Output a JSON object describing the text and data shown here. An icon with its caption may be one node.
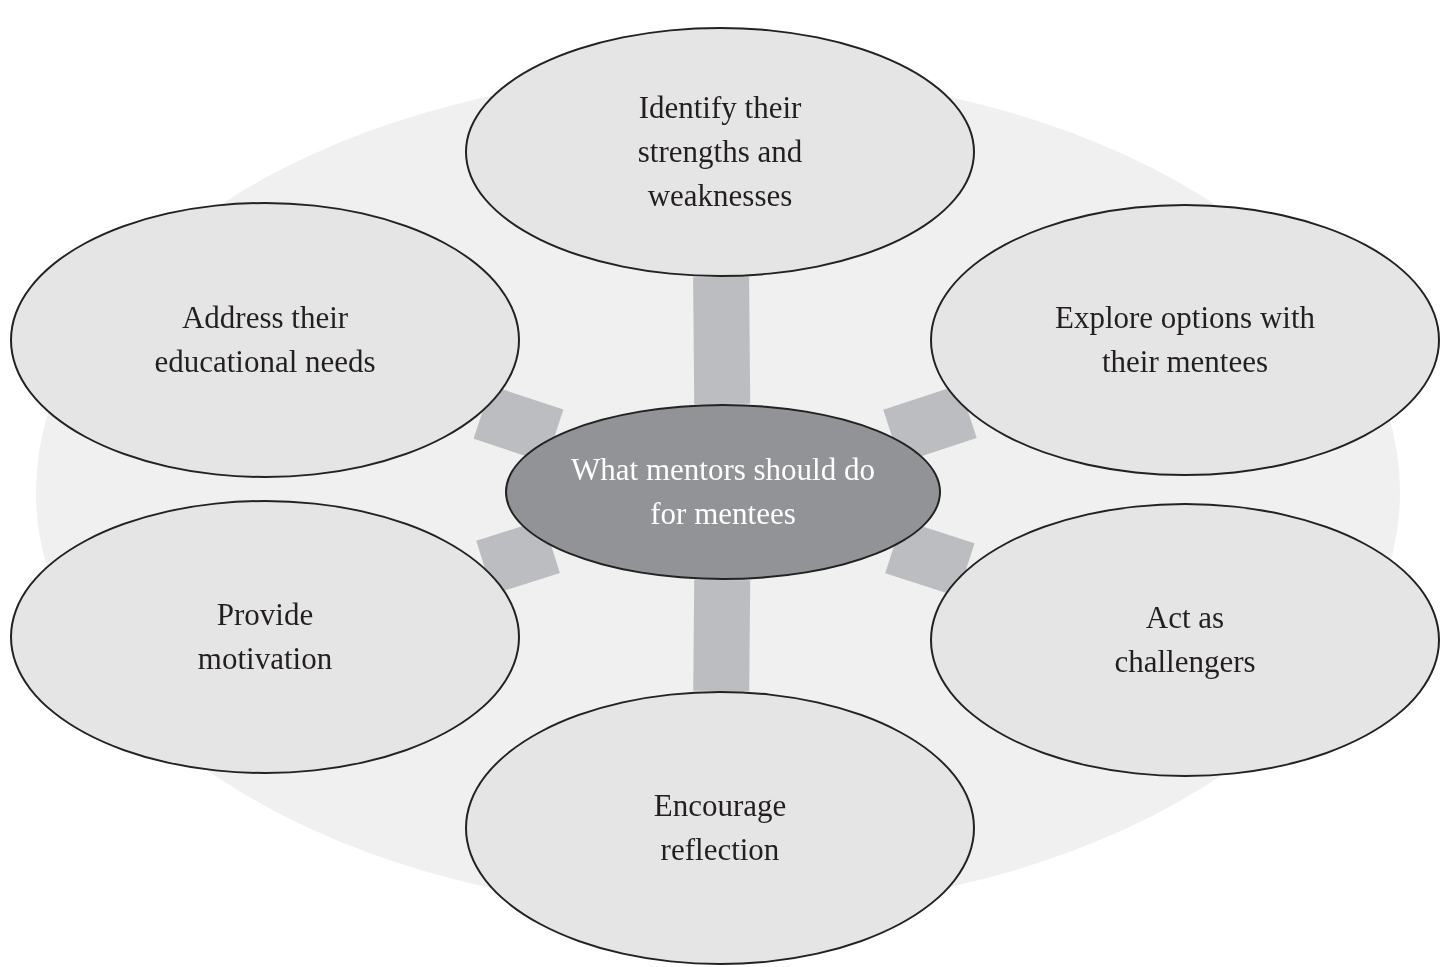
{
  "diagram": {
    "nodes": [
      {
        "text": [
          "What mentors should do for mentees"
        ]
      },
      {
        "text": [
          "Identify their strengths and weaknesses"
        ]
      },
      {
        "text": [
          "Address their educational needs"
        ]
      },
      {
        "text": [
          "Explore options with their mentees"
        ]
      },
      {
        "text": [
          "Provide motivation"
        ]
      },
      {
        "text": [
          "Act as challengers"
        ]
      },
      {
        "text": [
          "Encourage reflection"
        ]
      }
    ],
    "edges": [
      {
        "from": 0,
        "to": 1,
        "arrow": "none"
      },
      {
        "from": 0,
        "to": 2,
        "arrow": "none"
      },
      {
        "from": 0,
        "to": 3,
        "arrow": "none"
      },
      {
        "from": 0,
        "to": 4,
        "arrow": "none"
      },
      {
        "from": 0,
        "to": 5,
        "arrow": "none"
      },
      {
        "from": 0,
        "to": 6,
        "arrow": "none"
      }
    ]
  }
}
